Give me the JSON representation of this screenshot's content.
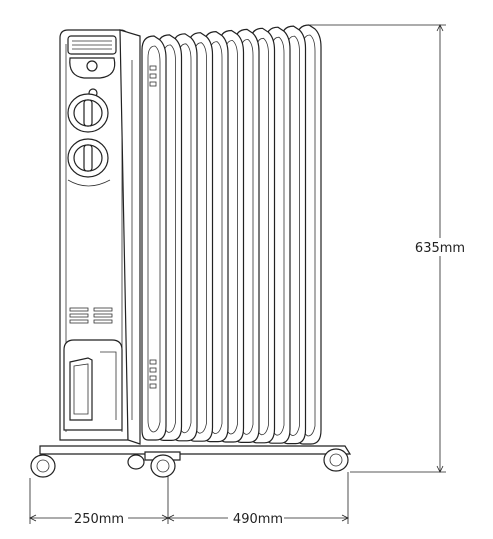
{
  "dimensions": {
    "height_label": "635mm",
    "width_label": "490mm",
    "depth_label": "250mm"
  },
  "product": {
    "fin_count": 11,
    "icon": "oil-radiator-heater-icon"
  }
}
